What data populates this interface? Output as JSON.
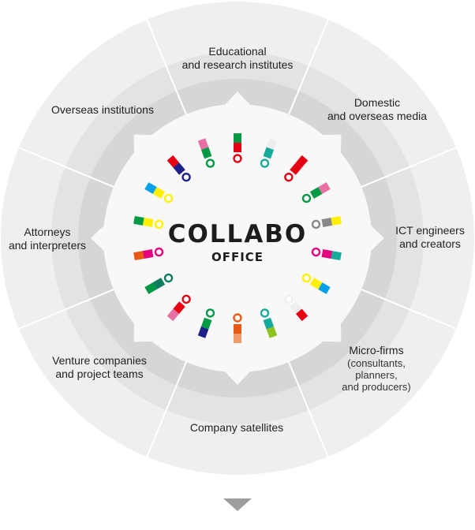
{
  "center": {
    "title": "COLLABO",
    "subtitle": "OFFICE"
  },
  "sectors": [
    {
      "id": "educational",
      "lines": [
        "Educational",
        "and research institutes"
      ]
    },
    {
      "id": "domestic-media",
      "lines": [
        "Domestic",
        "and overseas media"
      ]
    },
    {
      "id": "ict",
      "lines": [
        "ICT engineers",
        "and creators"
      ]
    },
    {
      "id": "micro-firms",
      "lines": [
        "Micro-firms"
      ],
      "sub_lines": [
        "(consultants,",
        "planners,",
        "and producers)"
      ]
    },
    {
      "id": "company-satellites",
      "lines": [
        "Company satellites"
      ]
    },
    {
      "id": "venture",
      "lines": [
        "Venture companies",
        "and project teams"
      ]
    },
    {
      "id": "attorneys",
      "lines": [
        "Attorneys",
        "and interpreters"
      ]
    },
    {
      "id": "overseas",
      "lines": [
        "Overseas institutions"
      ]
    }
  ],
  "colors": {
    "outer_ring": "#efefef",
    "mid_ring": "#e3e3e3",
    "inner_ring": "#d6d6d6",
    "hub": "#f8f8f8",
    "divider": "#ffffff",
    "arrow": "#9e9e9e"
  },
  "icons": [
    {
      "name": "person-icon",
      "colors": [
        "#009944",
        "#e60012"
      ]
    },
    {
      "name": "person-icon",
      "colors": [
        "#eeeeee",
        "#17a99a"
      ]
    },
    {
      "name": "person-icon",
      "colors": [
        "#e60012",
        "#e60012"
      ]
    },
    {
      "name": "person-icon",
      "colors": [
        "#e76fa3",
        "#009944"
      ]
    },
    {
      "name": "person-icon",
      "colors": [
        "#fff100",
        "#888888"
      ]
    },
    {
      "name": "person-icon",
      "colors": [
        "#17a99a",
        "#e4007f"
      ]
    },
    {
      "name": "person-icon",
      "colors": [
        "#00a0e9",
        "#fff100"
      ]
    },
    {
      "name": "person-icon",
      "colors": [
        "#e60012",
        "#eeeeee"
      ]
    },
    {
      "name": "person-icon",
      "colors": [
        "#8dc21f",
        "#17a99a"
      ]
    },
    {
      "name": "person-icon",
      "colors": [
        "#f39a6b",
        "#e85a13"
      ]
    },
    {
      "name": "person-icon",
      "colors": [
        "#1d2088",
        "#009944"
      ]
    },
    {
      "name": "person-icon",
      "colors": [
        "#e76fa3",
        "#e60012"
      ]
    },
    {
      "name": "person-icon",
      "colors": [
        "#009944",
        "#0e7c5f"
      ]
    },
    {
      "name": "person-icon",
      "colors": [
        "#e85a13",
        "#e4007f"
      ]
    },
    {
      "name": "person-icon",
      "colors": [
        "#009944",
        "#fff100"
      ]
    },
    {
      "name": "person-icon",
      "colors": [
        "#00a0e9",
        "#fff100"
      ]
    },
    {
      "name": "person-icon",
      "colors": [
        "#e60012",
        "#1d2088"
      ]
    },
    {
      "name": "person-icon",
      "colors": [
        "#e76fa3",
        "#009944"
      ]
    }
  ]
}
